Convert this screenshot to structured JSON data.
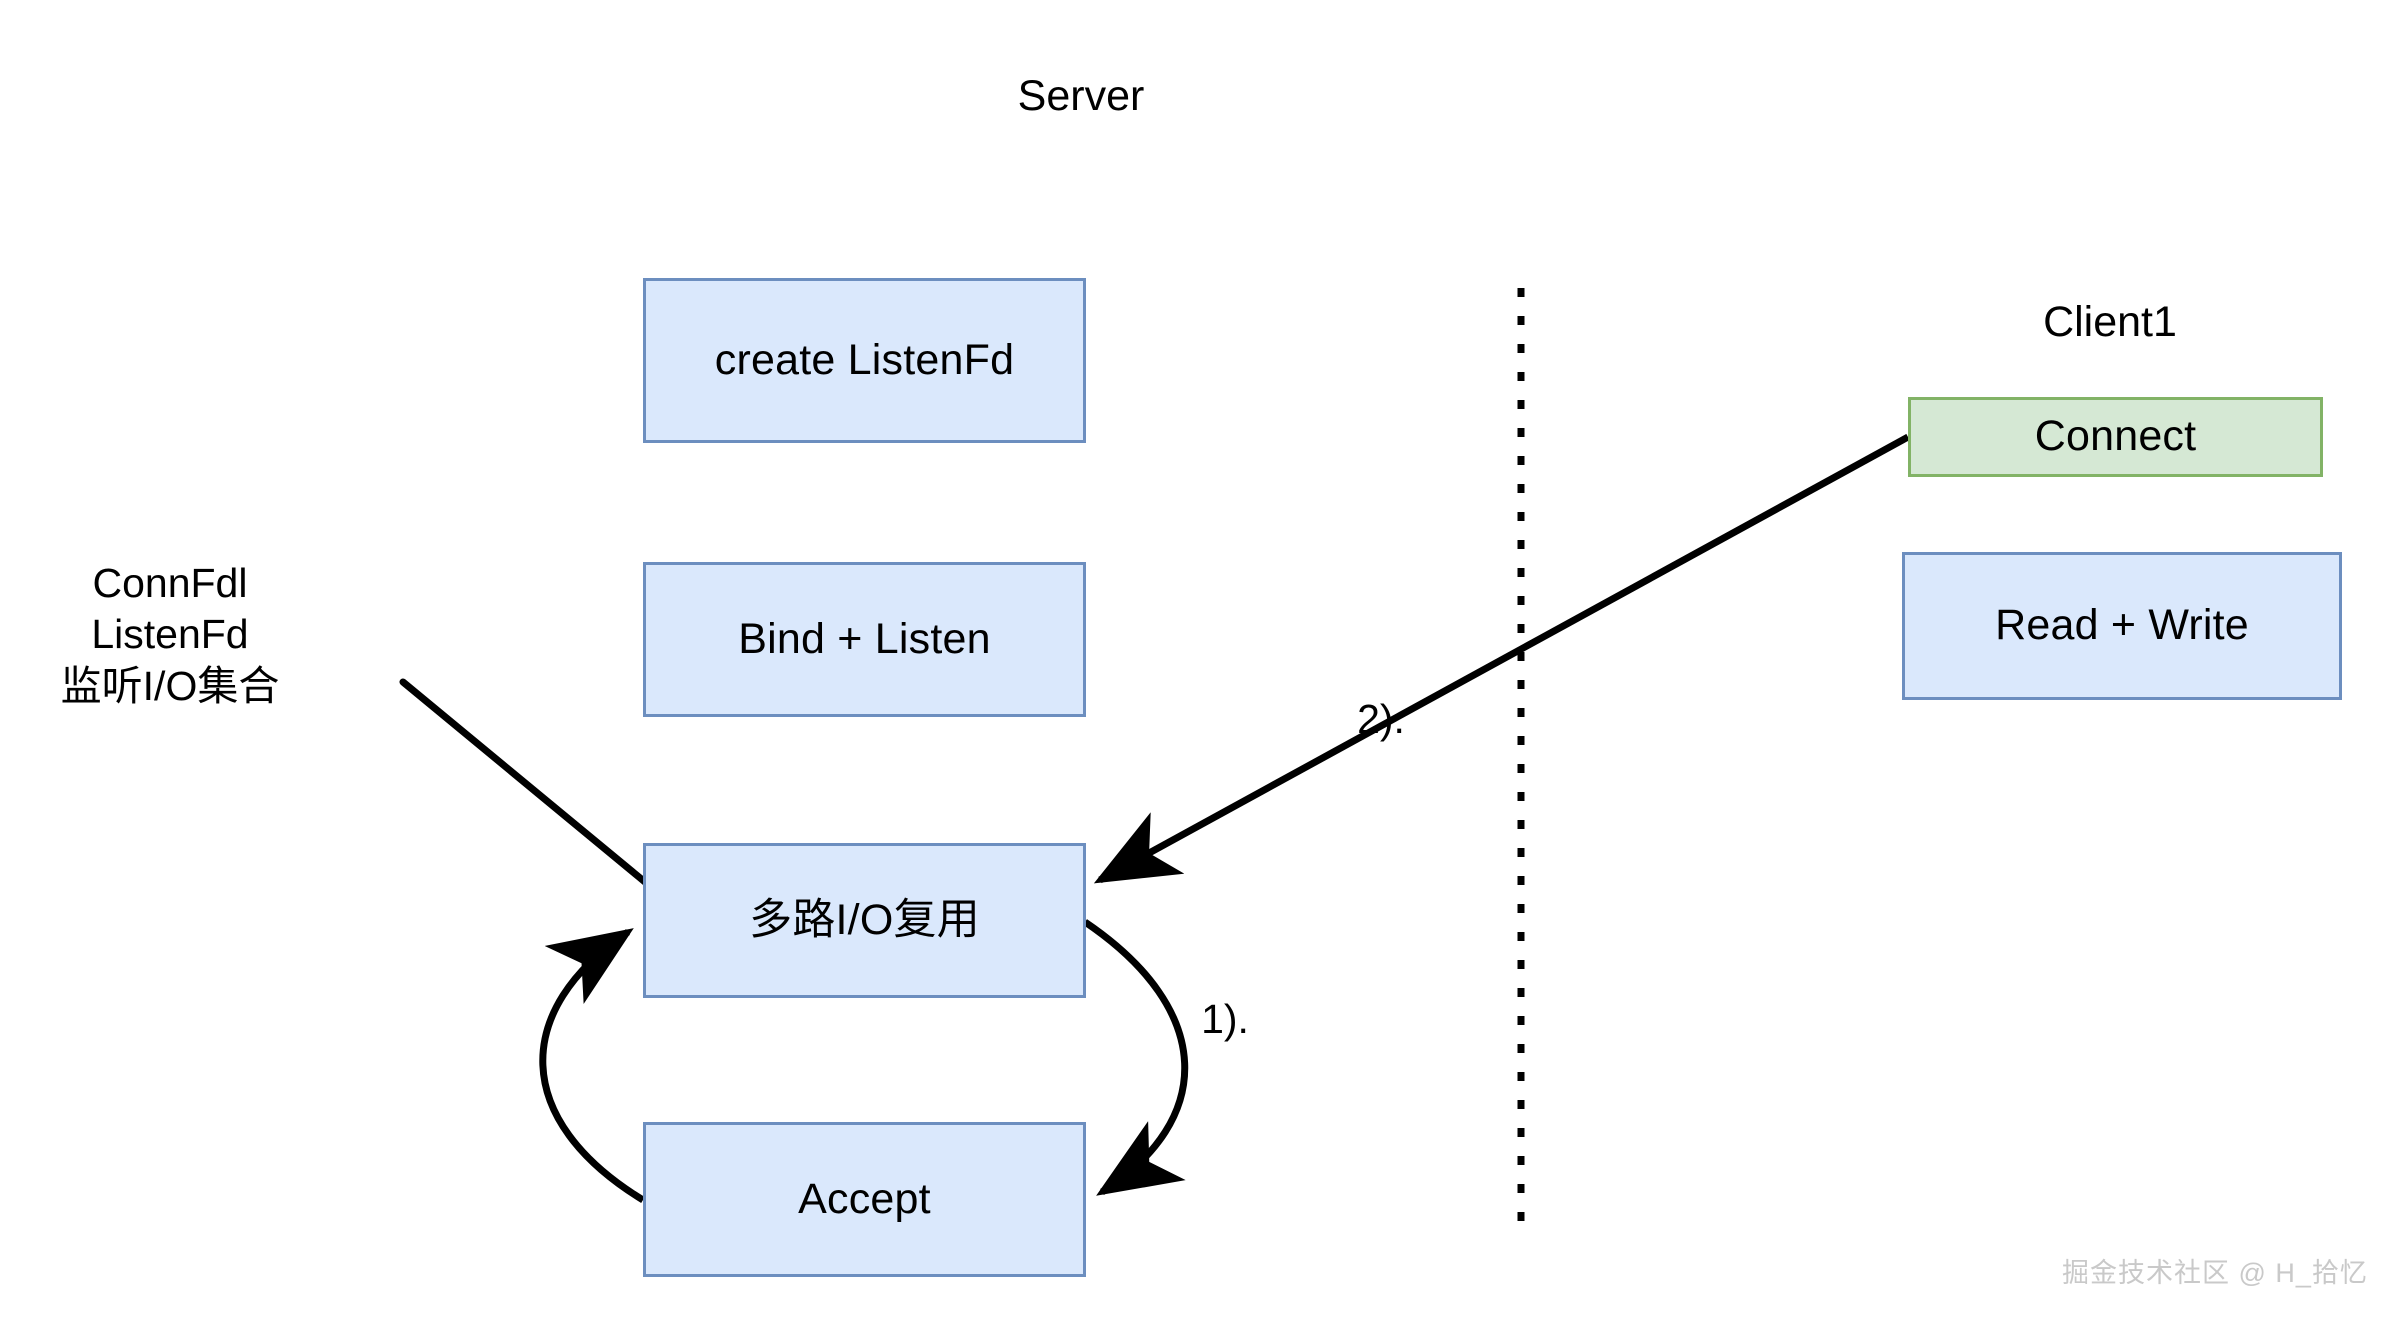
{
  "diagram": {
    "title_server": "Server",
    "title_client": "Client1",
    "side_note": "ConnFdl\nListenFd\n监听I/O集合",
    "watermark": "掘金技术社区 @ H_拾忆",
    "colors": {
      "blue_fill": "#dae8fc",
      "blue_stroke": "#6c8ebf",
      "green_fill": "#d5e8d4",
      "green_stroke": "#82b366",
      "line": "#000000",
      "watermark": "#c9c9c9"
    },
    "nodes": [
      {
        "id": "create-listenfd",
        "label": "create ListenFd",
        "style": "blue"
      },
      {
        "id": "bind-listen",
        "label": "Bind + Listen",
        "style": "blue"
      },
      {
        "id": "io-multiplex",
        "label": "多路I/O复用",
        "style": "blue"
      },
      {
        "id": "accept",
        "label": "Accept",
        "style": "blue"
      },
      {
        "id": "connect",
        "label": "Connect",
        "style": "green"
      },
      {
        "id": "read-write",
        "label": "Read + Write",
        "style": "blue"
      }
    ],
    "edge_labels": [
      {
        "id": "step-1",
        "label": "1)."
      },
      {
        "id": "step-2",
        "label": "2)."
      }
    ]
  }
}
